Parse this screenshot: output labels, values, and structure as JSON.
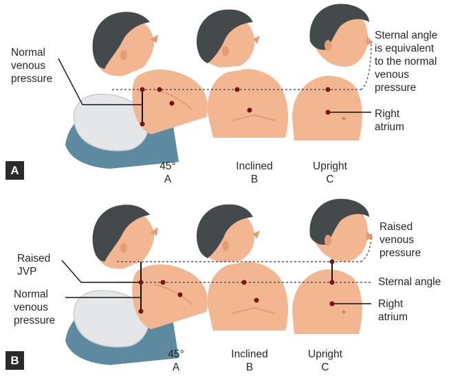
{
  "colors": {
    "skin": "#f2b690",
    "skin_shadow": "#e39c74",
    "hair": "#444a4c",
    "pillow": "#e4e6e8",
    "bed": "#5d8aa0",
    "point": "#7a1212",
    "tag_bg": "#2b2b2b"
  },
  "icons": [
    "patient-figure",
    "pillow",
    "bed",
    "anatomical-point"
  ],
  "panel_a": {
    "tag": "A",
    "positions": [
      {
        "degree": "45°",
        "letter": "A"
      },
      {
        "name": "Inclined",
        "letter": "B"
      },
      {
        "name": "Upright",
        "letter": "C"
      }
    ],
    "normal_venous_pressure": [
      "Normal",
      "venous",
      "pressure"
    ],
    "sternal_note": [
      "Sternal angle",
      "is  equivalent",
      "to the normal",
      "venous",
      "pressure"
    ],
    "right_atrium": [
      "Right",
      "atrium"
    ]
  },
  "panel_b": {
    "tag": "B",
    "positions": [
      {
        "degree": "45°",
        "letter": "A"
      },
      {
        "name": "Inclined",
        "letter": "B"
      },
      {
        "name": "Upright",
        "letter": "C"
      }
    ],
    "raised_jvp": [
      "Raised",
      "JVP"
    ],
    "normal_venous_pressure": [
      "Normal",
      "venous",
      "pressure"
    ],
    "raised_venous_pressure": [
      "Raised",
      "venous",
      "pressure"
    ],
    "sternal_angle": "Sternal angle",
    "right_atrium": [
      "Right",
      "atrium"
    ]
  }
}
